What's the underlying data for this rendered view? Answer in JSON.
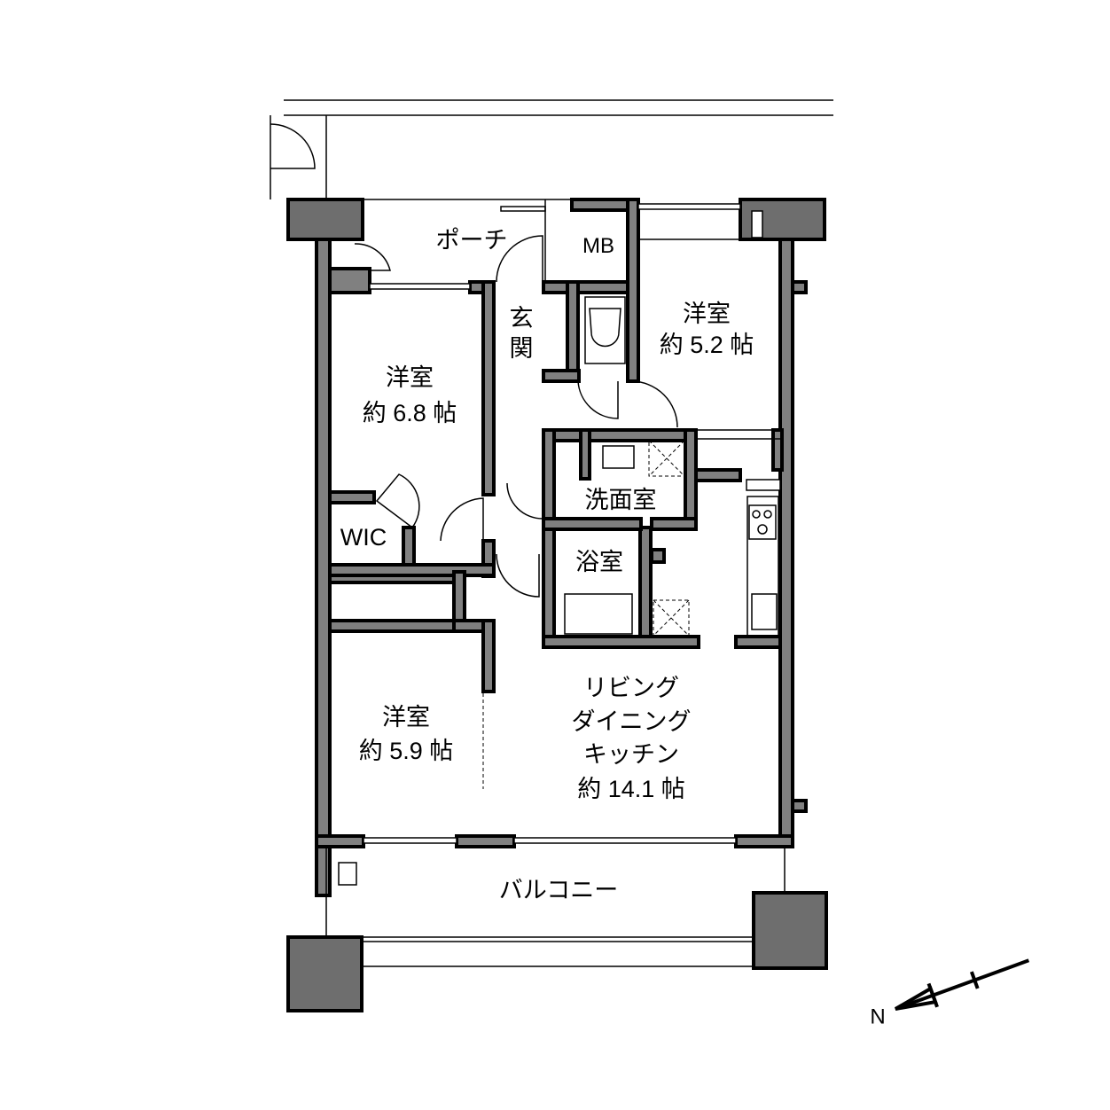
{
  "rooms": {
    "porch": "ポーチ",
    "mb": "MB",
    "entrance_1": "玄",
    "entrance_2": "関",
    "bedroom_a": {
      "name": "洋室",
      "size": "約 6.8 帖"
    },
    "bedroom_b": {
      "name": "洋室",
      "size": "約 5.2 帖"
    },
    "bedroom_c": {
      "name": "洋室",
      "size": "約 5.9 帖"
    },
    "wic": "WIC",
    "washroom": "洗面室",
    "bathroom": "浴室",
    "ldk": {
      "line1": "リビング",
      "line2": "ダイニング",
      "line3": "キッチン",
      "size": "約 14.1 帖"
    },
    "balcony": "バルコニー"
  },
  "compass": {
    "label": "N"
  }
}
